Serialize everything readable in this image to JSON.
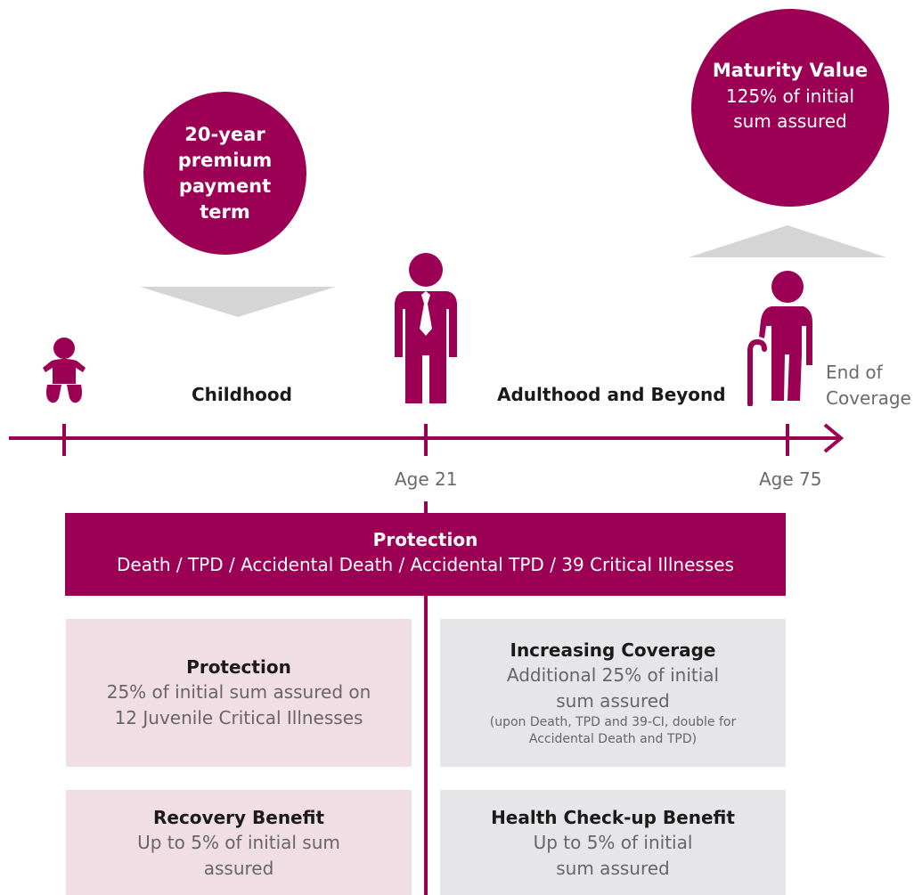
{
  "circles": {
    "premium": {
      "lines": [
        "20-year",
        "premium",
        "payment",
        "term"
      ]
    },
    "maturity": {
      "title": "Maturity Value",
      "lines": [
        "125% of initial",
        "sum assured"
      ]
    }
  },
  "stages": {
    "childhood": "Childhood",
    "adulthood": "Adulthood and Beyond"
  },
  "timeline": {
    "age_mid": "Age 21",
    "age_end": "Age 75",
    "end_label": [
      "End of",
      "Coverage"
    ]
  },
  "protection_band": {
    "title": "Protection",
    "subtitle": "Death / TPD / Accidental Death / Accidental TPD / 39 Critical Illnesses"
  },
  "boxes": {
    "juvenile": {
      "title": "Protection",
      "lines": [
        "25% of initial sum assured on",
        "12 Juvenile Critical Illnesses"
      ]
    },
    "increasing": {
      "title": "Increasing Coverage",
      "lines": [
        "Additional 25% of initial",
        "sum assured"
      ],
      "note": [
        "(upon Death, TPD and 39-CI, double for",
        "Accidental Death and TPD)"
      ]
    },
    "recovery": {
      "title": "Recovery Benefit",
      "lines": [
        "Up to 5% of initial sum",
        "assured"
      ]
    },
    "health": {
      "title": "Health Check-up Benefit",
      "lines": [
        "Up to 5% of initial",
        "sum assured"
      ]
    }
  },
  "colors": {
    "primary": "#9b0054",
    "pink_box": "#f1dde4",
    "grey_box": "#e6e6e8",
    "triangle": "#d5d5d5"
  },
  "icons": [
    "baby-icon",
    "adult-icon",
    "elderly-icon"
  ]
}
